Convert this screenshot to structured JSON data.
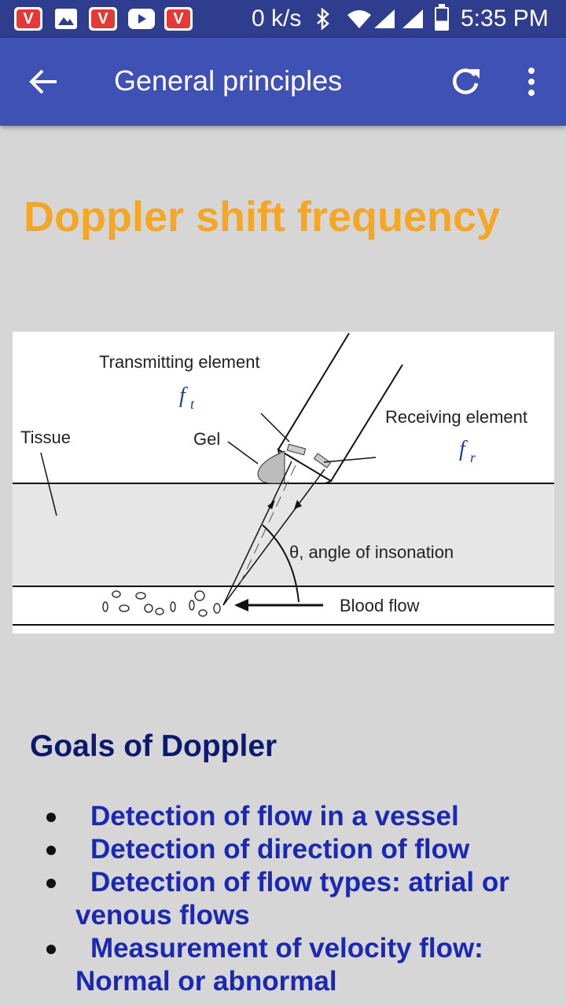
{
  "status_bar": {
    "net_speed": "0 k/s",
    "time": "5:35 PM",
    "left_icons": [
      "vidmate-icon",
      "image-icon",
      "vidmate-icon",
      "youtube-icon",
      "vidmate-icon"
    ],
    "right_icons": [
      "bluetooth-icon",
      "wifi-icon",
      "signal-icon",
      "signal-icon",
      "battery-icon"
    ]
  },
  "app_bar": {
    "title": "General principles",
    "icons": [
      "back-arrow-icon",
      "refresh-icon",
      "more-vert-icon"
    ]
  },
  "content": {
    "heading": "Doppler shift frequency",
    "figure": {
      "labels": {
        "transmitting": "Transmitting element",
        "ft_main": "f",
        "ft_sub": "t",
        "receiving": "Receiving element",
        "fr_main": "f",
        "fr_sub": "r",
        "tissue": "Tissue",
        "gel": "Gel",
        "angle": "θ, angle of insonation",
        "blood_flow": "Blood flow"
      }
    },
    "goals_title": "Goals of Doppler",
    "goals": [
      "Detection of flow in a vessel",
      "Detection of direction of flow",
      "Detection of flow types:  atrial or venous flows",
      "Measurement of velocity flow: Normal or abnormal"
    ]
  },
  "colors": {
    "status_bar": "#2f3d8e",
    "app_bar": "#3f51b5",
    "background": "#d6d6d6",
    "heading": "#f5a623",
    "goals_title": "#0b1a6e",
    "goals_text": "#1a28b3",
    "figure_label_blue": "#1a3fa0"
  }
}
